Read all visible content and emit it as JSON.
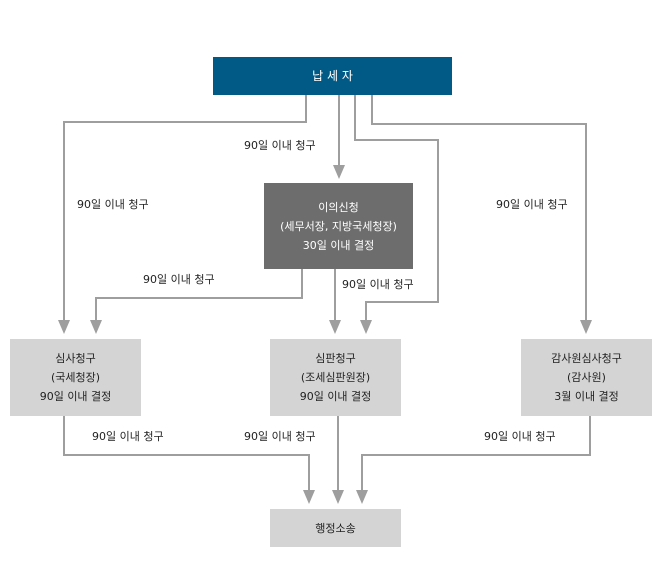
{
  "nodes": {
    "taxpayer": {
      "label": "납 세 자"
    },
    "objection": {
      "line1": "이의신청",
      "line2": "(세무서장, 지방국세청장)",
      "line3": "30일 이내 결정"
    },
    "review": {
      "line1": "심사청구",
      "line2": "(국세청장)",
      "line3": "90일 이내 결정"
    },
    "adjudication": {
      "line1": "심판청구",
      "line2": "(조세심판원장)",
      "line3": "90일 이내 결정"
    },
    "audit": {
      "line1": "감사원심사청구",
      "line2": "(감사원)",
      "line3": "3월 이내 결정"
    },
    "lawsuit": {
      "label": "행정소송"
    }
  },
  "edge_labels": {
    "to_objection": "90일 이내 청구",
    "to_review": "90일 이내 청구",
    "to_audit": "90일 이내 청구",
    "objection_to_review": "90일 이내 청구",
    "objection_to_adjudication": "90일 이내 청구",
    "review_to_lawsuit": "90일 이내 청구",
    "adjudication_to_lawsuit": "90일 이내 청구",
    "audit_to_lawsuit": "90일 이내 청구"
  },
  "colors": {
    "taxpayer_fill": "#005a85",
    "objection_fill": "#6d6d6d",
    "box_fill": "#d4d4d4",
    "connector": "#9e9e9e"
  }
}
